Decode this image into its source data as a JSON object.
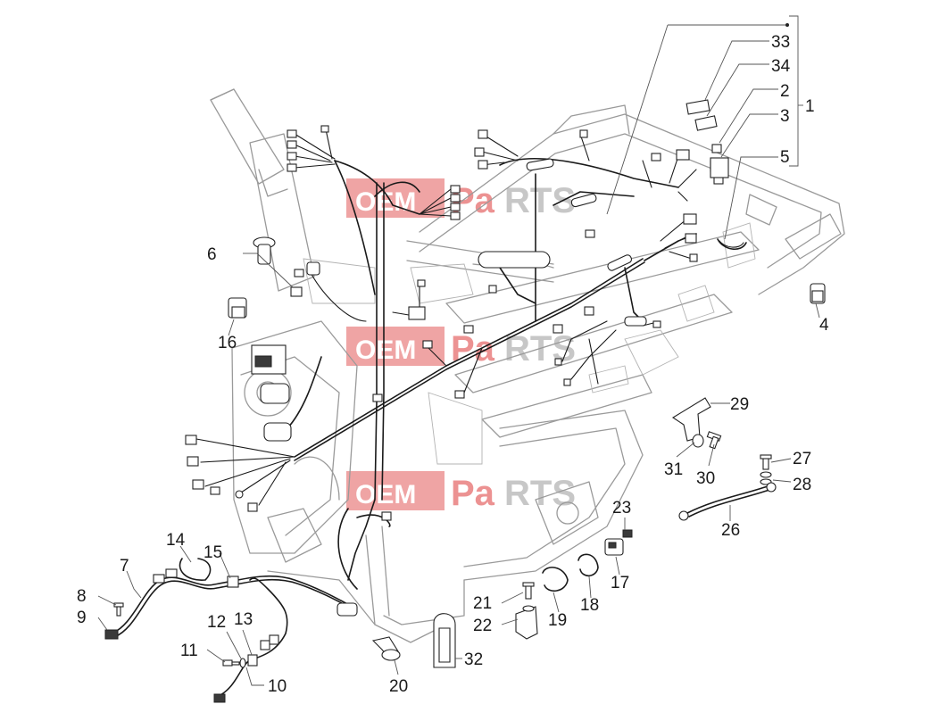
{
  "watermark": {
    "left": "OEM",
    "right_a": "Pa",
    "right_b": "RTS",
    "box_color": "#e04a4a",
    "grey": "#b0b0b0"
  },
  "callouts": [
    {
      "id": "c1",
      "num": "1"
    },
    {
      "id": "c2",
      "num": "2"
    },
    {
      "id": "c3",
      "num": "3"
    },
    {
      "id": "c4",
      "num": "4"
    },
    {
      "id": "c5",
      "num": "5"
    },
    {
      "id": "c6",
      "num": "6"
    },
    {
      "id": "c7",
      "num": "7"
    },
    {
      "id": "c8",
      "num": "8"
    },
    {
      "id": "c9",
      "num": "9"
    },
    {
      "id": "c10",
      "num": "10"
    },
    {
      "id": "c11",
      "num": "11"
    },
    {
      "id": "c12",
      "num": "12"
    },
    {
      "id": "c13",
      "num": "13"
    },
    {
      "id": "c14",
      "num": "14"
    },
    {
      "id": "c15",
      "num": "15"
    },
    {
      "id": "c16",
      "num": "16"
    },
    {
      "id": "c17",
      "num": "17"
    },
    {
      "id": "c18",
      "num": "18"
    },
    {
      "id": "c19",
      "num": "19"
    },
    {
      "id": "c20",
      "num": "20"
    },
    {
      "id": "c21",
      "num": "21"
    },
    {
      "id": "c22",
      "num": "22"
    },
    {
      "id": "c23",
      "num": "23"
    },
    {
      "id": "c26",
      "num": "26"
    },
    {
      "id": "c27",
      "num": "27"
    },
    {
      "id": "c28",
      "num": "28"
    },
    {
      "id": "c29",
      "num": "29"
    },
    {
      "id": "c30",
      "num": "30"
    },
    {
      "id": "c31",
      "num": "31"
    },
    {
      "id": "c32",
      "num": "32"
    },
    {
      "id": "c33",
      "num": "33"
    },
    {
      "id": "c34",
      "num": "34"
    }
  ]
}
